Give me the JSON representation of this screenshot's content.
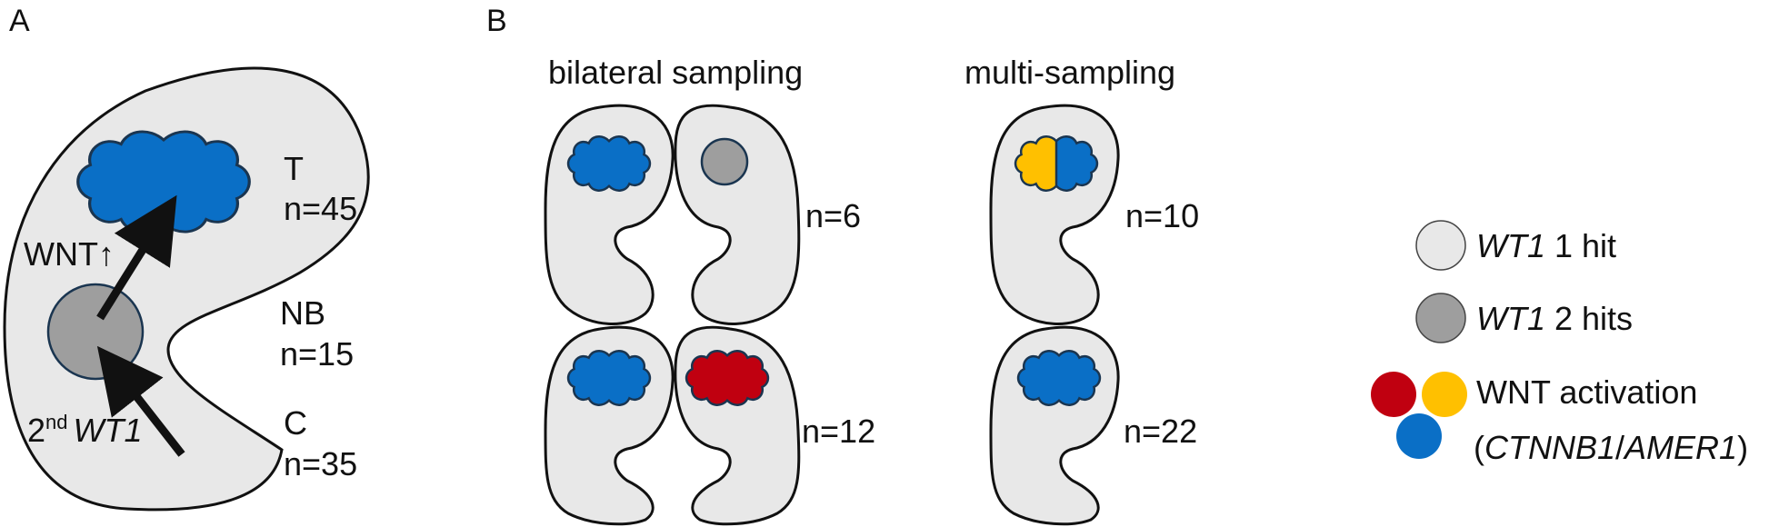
{
  "panel_a": {
    "letter": "A",
    "wnt_label": "WNT",
    "wnt_arrow": "↑",
    "second_hit_sup": "nd",
    "second_hit_prefix": "2",
    "second_hit_gene": "WT1",
    "counts": [
      {
        "group": "T",
        "n": "n=45"
      },
      {
        "group": "NB",
        "n": "n=15"
      },
      {
        "group": "C",
        "n": "n=35"
      }
    ]
  },
  "panel_b": {
    "letter": "B",
    "bilateral_title": "bilateral sampling",
    "multi_title": "multi-sampling",
    "bilateral_counts": [
      "n=6",
      "n=12"
    ],
    "multi_counts": [
      "n=10",
      "n=22"
    ]
  },
  "legend": {
    "one_hit_gene": "WT1",
    "one_hit_text": " 1 hit",
    "two_hit_gene": "WT1",
    "two_hit_text": " 2 hits",
    "wnt_text": "WNT activation",
    "wnt_paren_open": "(",
    "wnt_gene1": "CTNNB1",
    "wnt_sep": "/",
    "wnt_gene2": "AMER1",
    "wnt_paren_close": ")"
  },
  "colors": {
    "kidney_fill": "#e8e8e8",
    "outline": "#111111",
    "hit2_gray": "#9e9e9e",
    "wnt_blue": "#0a6fc6",
    "wnt_red": "#c00010",
    "wnt_yellow": "#ffc000",
    "tumor_outline": "#1a3550"
  }
}
